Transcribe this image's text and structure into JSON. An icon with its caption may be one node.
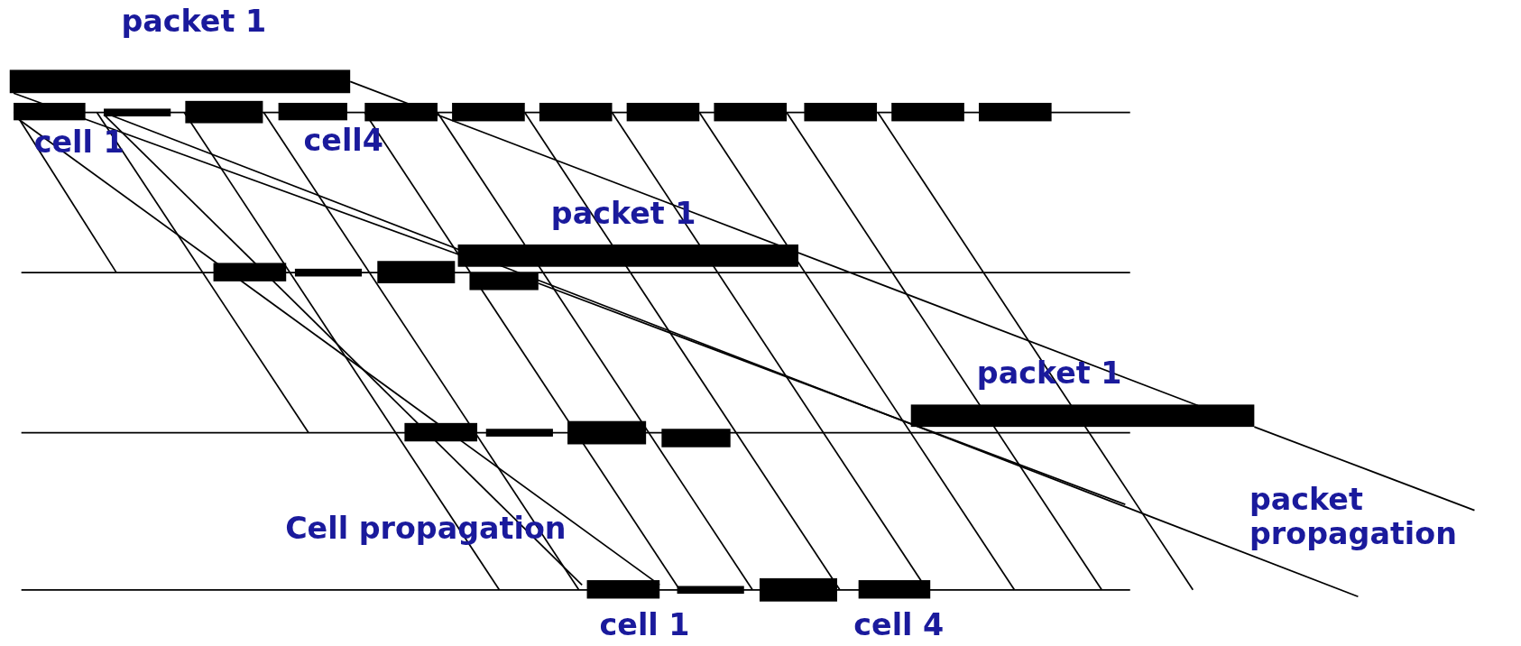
{
  "diagram": {
    "labels": [
      "packet 1",
      "cell 1",
      "cell4",
      "packet 1",
      "packet 1",
      "packet propagation",
      "Cell propagation",
      "cell 1",
      "cell 4"
    ]
  }
}
